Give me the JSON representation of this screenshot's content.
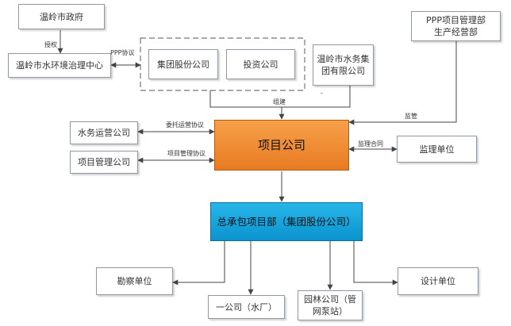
{
  "nodes": {
    "gov": "温岭市政府",
    "center": "温岭市水环境治理中心",
    "group": "集团股份公司",
    "invest": "投资公司",
    "water_group": "温岭市水务集团有限公司",
    "ppp_dept": "PPP项目管理部\n生产经营部",
    "water_ops": "水务运营公司",
    "proj_mgmt": "项目管理公司",
    "project_co": "项目公司",
    "supervisor": "监理单位",
    "contractor": "总承包项目部（集团股份公司）",
    "survey": "勘察单位",
    "design": "设计单位",
    "co1": "一公司（水厂）",
    "garden": "园林公司（管网泵站）"
  },
  "edge_labels": {
    "authorize": "授权",
    "ppp_agreement": "PPP协议",
    "establish": "组建",
    "oversee": "监管",
    "entrust_ops": "委托运营协议",
    "project_mgmt_agreement": "项目管理协议",
    "supervision_contract": "监理合同",
    "dash_mark": "-"
  }
}
